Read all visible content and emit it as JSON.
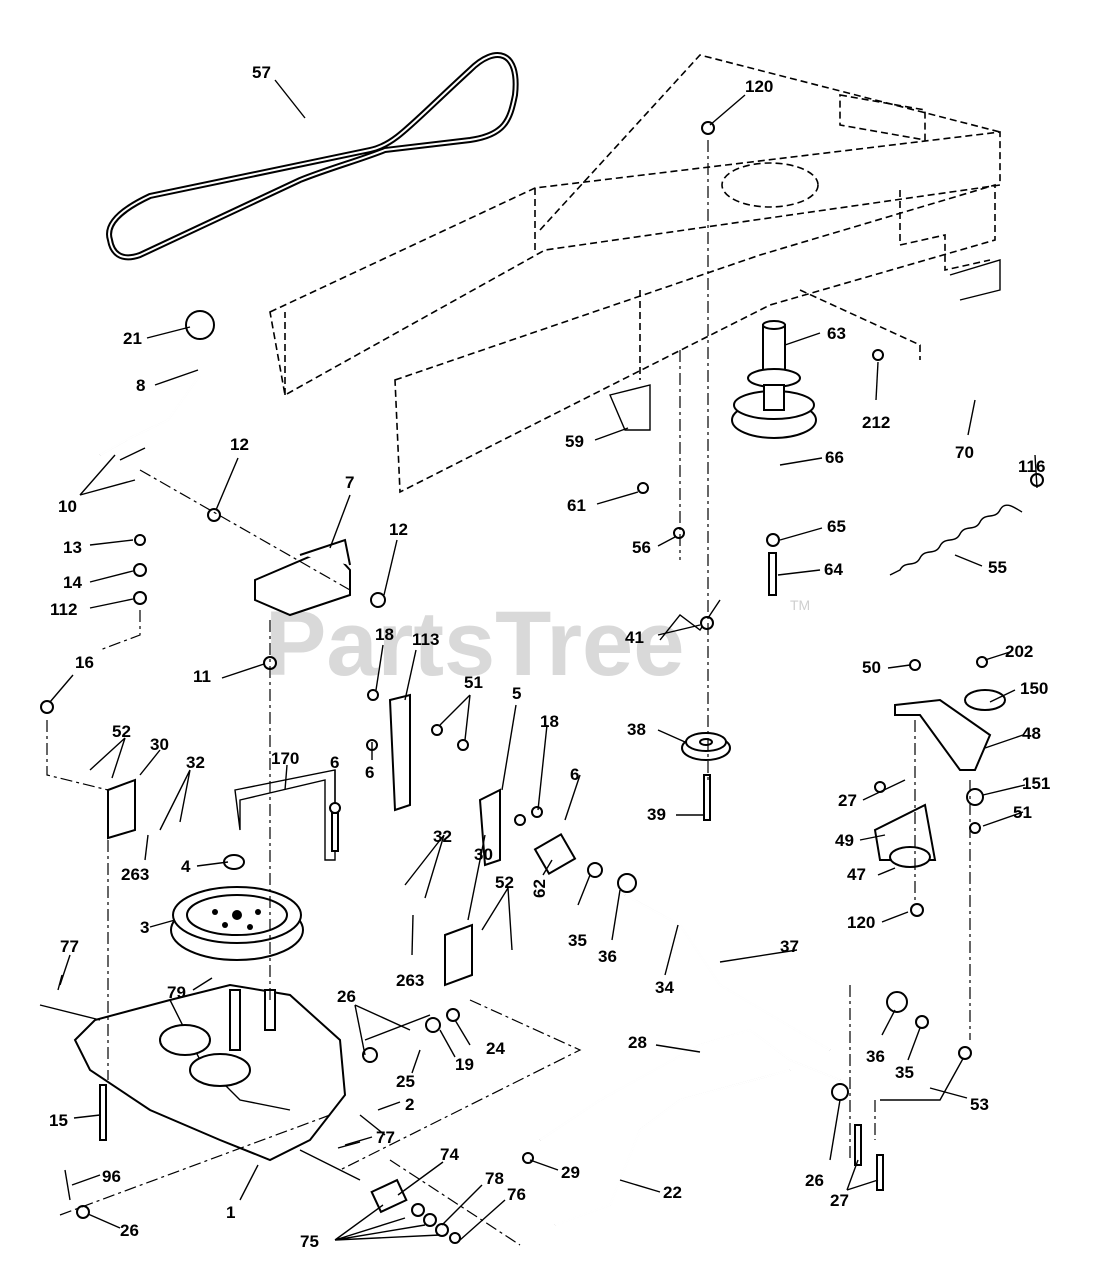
{
  "watermark": {
    "text": "PartsTree",
    "trademark": "TM"
  },
  "callouts": [
    {
      "id": "c57",
      "label": "57"
    },
    {
      "id": "c120a",
      "label": "120"
    },
    {
      "id": "c21",
      "label": "21"
    },
    {
      "id": "c8",
      "label": "8"
    },
    {
      "id": "c63",
      "label": "63"
    },
    {
      "id": "c212",
      "label": "212"
    },
    {
      "id": "c70",
      "label": "70"
    },
    {
      "id": "c116",
      "label": "116"
    },
    {
      "id": "c12a",
      "label": "12"
    },
    {
      "id": "c7",
      "label": "7"
    },
    {
      "id": "c10",
      "label": "10"
    },
    {
      "id": "c59",
      "label": "59"
    },
    {
      "id": "c66",
      "label": "66"
    },
    {
      "id": "c61",
      "label": "61"
    },
    {
      "id": "c13",
      "label": "13"
    },
    {
      "id": "c12b",
      "label": "12"
    },
    {
      "id": "c56",
      "label": "56"
    },
    {
      "id": "c65",
      "label": "65"
    },
    {
      "id": "c55",
      "label": "55"
    },
    {
      "id": "c14",
      "label": "14"
    },
    {
      "id": "c64",
      "label": "64"
    },
    {
      "id": "c112",
      "label": "112"
    },
    {
      "id": "c41",
      "label": "41"
    },
    {
      "id": "c18a",
      "label": "18"
    },
    {
      "id": "c113",
      "label": "113"
    },
    {
      "id": "c50",
      "label": "50"
    },
    {
      "id": "c202",
      "label": "202"
    },
    {
      "id": "c16",
      "label": "16"
    },
    {
      "id": "c11",
      "label": "11"
    },
    {
      "id": "c51a",
      "label": "51"
    },
    {
      "id": "c5",
      "label": "5"
    },
    {
      "id": "c150",
      "label": "150"
    },
    {
      "id": "c18b",
      "label": "18"
    },
    {
      "id": "c52a",
      "label": "52"
    },
    {
      "id": "c30a",
      "label": "30"
    },
    {
      "id": "c38",
      "label": "38"
    },
    {
      "id": "c48",
      "label": "48"
    },
    {
      "id": "c32a",
      "label": "32"
    },
    {
      "id": "c170",
      "label": "170"
    },
    {
      "id": "c6a",
      "label": "6"
    },
    {
      "id": "c6b",
      "label": "6"
    },
    {
      "id": "c6c",
      "label": "6"
    },
    {
      "id": "c27a",
      "label": "27"
    },
    {
      "id": "c151",
      "label": "151"
    },
    {
      "id": "c39",
      "label": "39"
    },
    {
      "id": "c51b",
      "label": "51"
    },
    {
      "id": "c4",
      "label": "4"
    },
    {
      "id": "c49",
      "label": "49"
    },
    {
      "id": "c263a",
      "label": "263"
    },
    {
      "id": "c62",
      "label": "62"
    },
    {
      "id": "c47",
      "label": "47"
    },
    {
      "id": "c32b",
      "label": "32"
    },
    {
      "id": "c30b",
      "label": "30"
    },
    {
      "id": "c52b",
      "label": "52"
    },
    {
      "id": "c3",
      "label": "3"
    },
    {
      "id": "c35a",
      "label": "35"
    },
    {
      "id": "c36a",
      "label": "36"
    },
    {
      "id": "c120b",
      "label": "120"
    },
    {
      "id": "c263b",
      "label": "263"
    },
    {
      "id": "c77a",
      "label": "77"
    },
    {
      "id": "c37",
      "label": "37"
    },
    {
      "id": "c34",
      "label": "34"
    },
    {
      "id": "c79",
      "label": "79"
    },
    {
      "id": "c26a",
      "label": "26"
    },
    {
      "id": "c24",
      "label": "24"
    },
    {
      "id": "c28",
      "label": "28"
    },
    {
      "id": "c36b",
      "label": "36"
    },
    {
      "id": "c19",
      "label": "19"
    },
    {
      "id": "c35b",
      "label": "35"
    },
    {
      "id": "c25",
      "label": "25"
    },
    {
      "id": "c53",
      "label": "53"
    },
    {
      "id": "c15",
      "label": "15"
    },
    {
      "id": "c2",
      "label": "2"
    },
    {
      "id": "c77b",
      "label": "77"
    },
    {
      "id": "c96",
      "label": "96"
    },
    {
      "id": "c29",
      "label": "29"
    },
    {
      "id": "c26b",
      "label": "26"
    },
    {
      "id": "c74",
      "label": "74"
    },
    {
      "id": "c22",
      "label": "22"
    },
    {
      "id": "c78",
      "label": "78"
    },
    {
      "id": "c27b",
      "label": "27"
    },
    {
      "id": "c76",
      "label": "76"
    },
    {
      "id": "c1",
      "label": "1"
    },
    {
      "id": "c26c",
      "label": "26"
    },
    {
      "id": "c75",
      "label": "75"
    }
  ]
}
